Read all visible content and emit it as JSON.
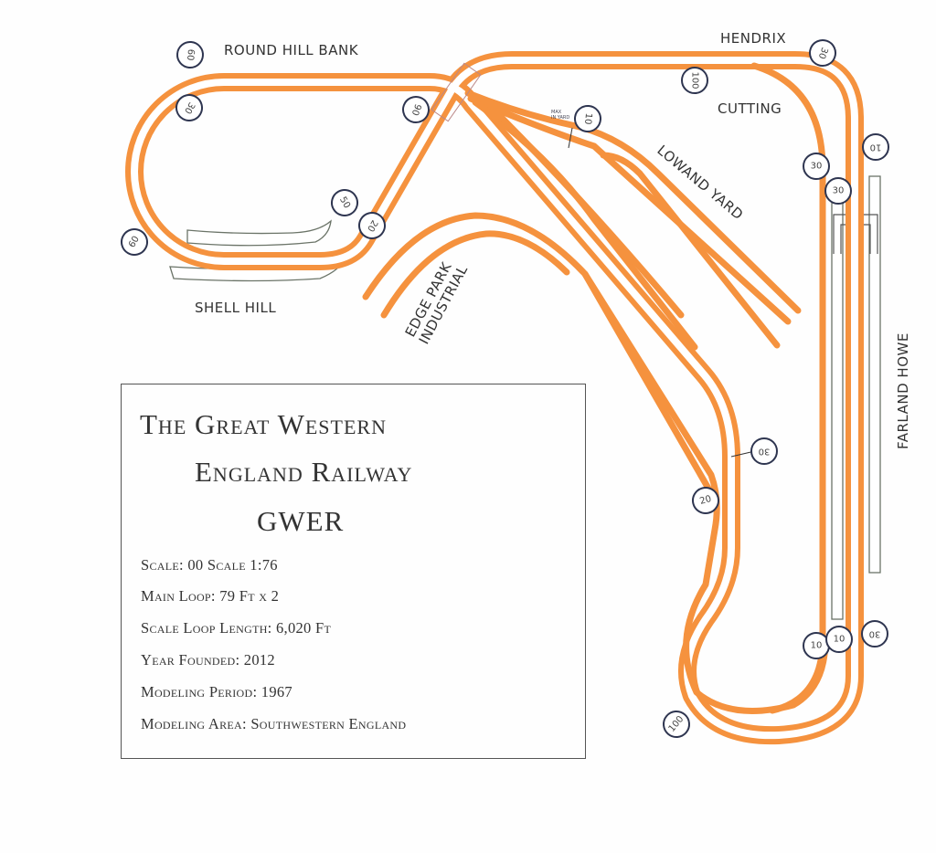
{
  "labels": {
    "round_hill_bank": "ROUND HILL BANK",
    "shell_hill": "SHELL HILL",
    "edge_park_1": "EDGE PARK",
    "edge_park_2": "INDUSTRIAL",
    "lowand_yard": "LOWAND YARD",
    "hendrix": "HENDRIX",
    "cutting": "CUTTING",
    "farland_howe": "FARLAND  HOWE",
    "max_in_yard_1": "MAX",
    "max_in_yard_2": "IN YARD"
  },
  "speed_limits": [
    "60",
    "30",
    "60",
    "50",
    "20",
    "90",
    "10",
    "100",
    "30",
    "30",
    "30",
    "10",
    "30",
    "20",
    "10",
    "10",
    "30",
    "100"
  ],
  "legend": {
    "title_1": "The Great Western",
    "title_2": "England Railway",
    "title_3": "GWER",
    "facts": [
      "Scale: 00 Scale 1:76",
      "Main Loop: 79 Ft x 2",
      "Scale Loop Length: 6,020 Ft",
      "Year Founded:  2012",
      "Modeling Period: 1967",
      "Modeling Area: Southwestern England"
    ]
  },
  "colors": {
    "track": "#f5923e",
    "speed_sign": "#2e3550",
    "platform": "#6b7468"
  }
}
